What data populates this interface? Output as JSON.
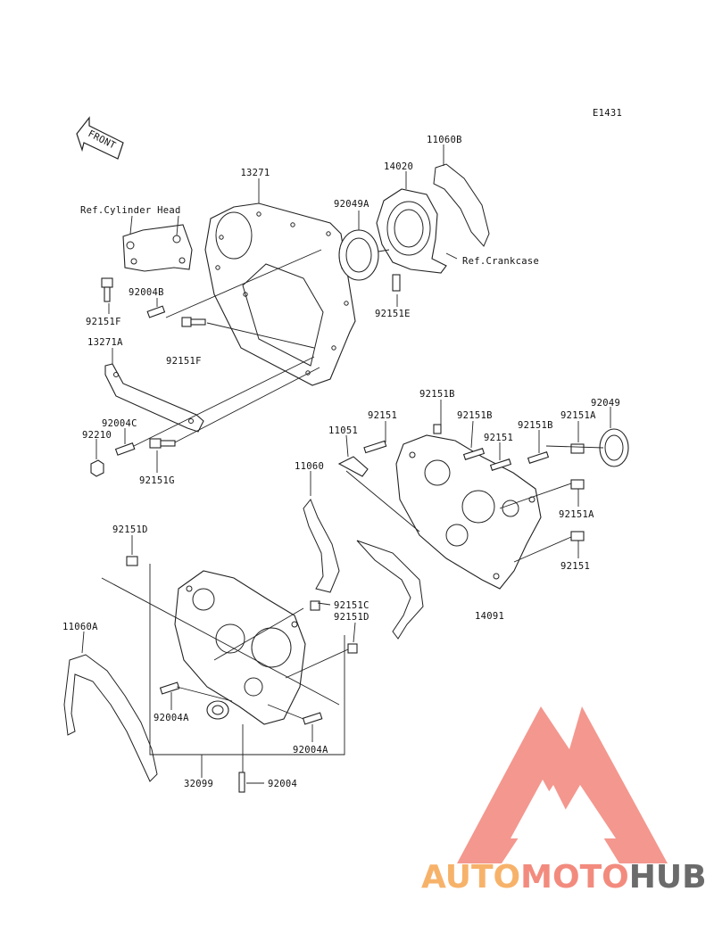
{
  "diagram_code": "E1431",
  "front_marker": "FRONT",
  "references": {
    "cylinder_head": "Ref.Cylinder Head",
    "crankcase": "Ref.Crankcase"
  },
  "parts": {
    "p13271": "13271",
    "p13271a": "13271A",
    "p14020": "14020",
    "p11060b": "11060B",
    "p92049a": "92049A",
    "p92004b": "92004B",
    "p92151f_1": "92151F",
    "p92151f_2": "92151F",
    "p92151e": "92151E",
    "p92004c": "92004C",
    "p92210": "92210",
    "p92151g": "92151G",
    "p92151b_1": "92151B",
    "p92151_1": "92151",
    "p92151b_2": "92151B",
    "p92049": "92049",
    "p11051": "11051",
    "p92151_2": "92151",
    "p92151b_3": "92151B",
    "p92151a_1": "92151A",
    "p11060": "11060",
    "p92151a_2": "92151A",
    "p92151d_1": "92151D",
    "p92151_3": "92151",
    "p92151c": "92151C",
    "p92151d_2": "92151D",
    "p14091": "14091",
    "p11060a": "11060A",
    "p92004a_1": "92004A",
    "p92004a_2": "92004A",
    "p32099": "32099",
    "p92004": "92004"
  },
  "watermark": {
    "part1": "AUTO",
    "part2": "MOTO",
    "part3": "HUB",
    "color1": "#f7b26a",
    "color2": "#f28b7e",
    "color3": "#6b6b6b",
    "logo_color": "#f26a5e"
  }
}
